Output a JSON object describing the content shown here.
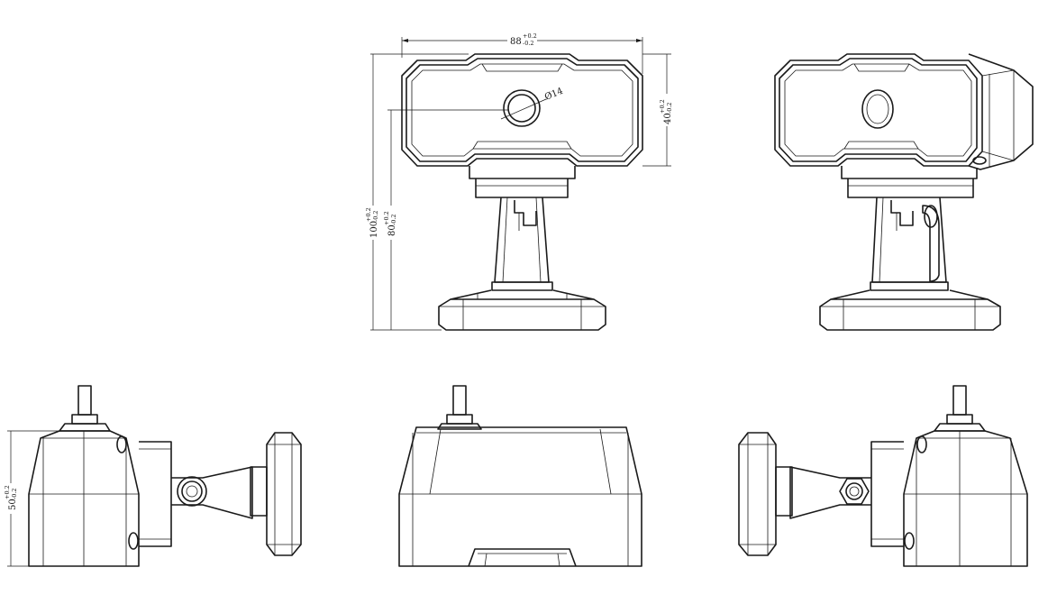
{
  "dimensions": {
    "width": {
      "nominal": "88",
      "upper_tol": "+0.2",
      "lower_tol": "-0.2"
    },
    "head_height": {
      "nominal": "40",
      "upper_tol": "+0.2",
      "lower_tol": "-0.2"
    },
    "total_height": {
      "nominal": "100",
      "upper_tol": "+0.2",
      "lower_tol": "-0.2"
    },
    "lens_height": {
      "nominal": "80",
      "upper_tol": "+0.2",
      "lower_tol": "-0.2"
    },
    "depth": {
      "nominal": "50",
      "upper_tol": "+0.2",
      "lower_tol": "-0.2"
    },
    "lens_diameter": "Ø14"
  },
  "views": [
    "front-view",
    "rear-view",
    "left-side-view",
    "top-view",
    "right-side-view"
  ]
}
